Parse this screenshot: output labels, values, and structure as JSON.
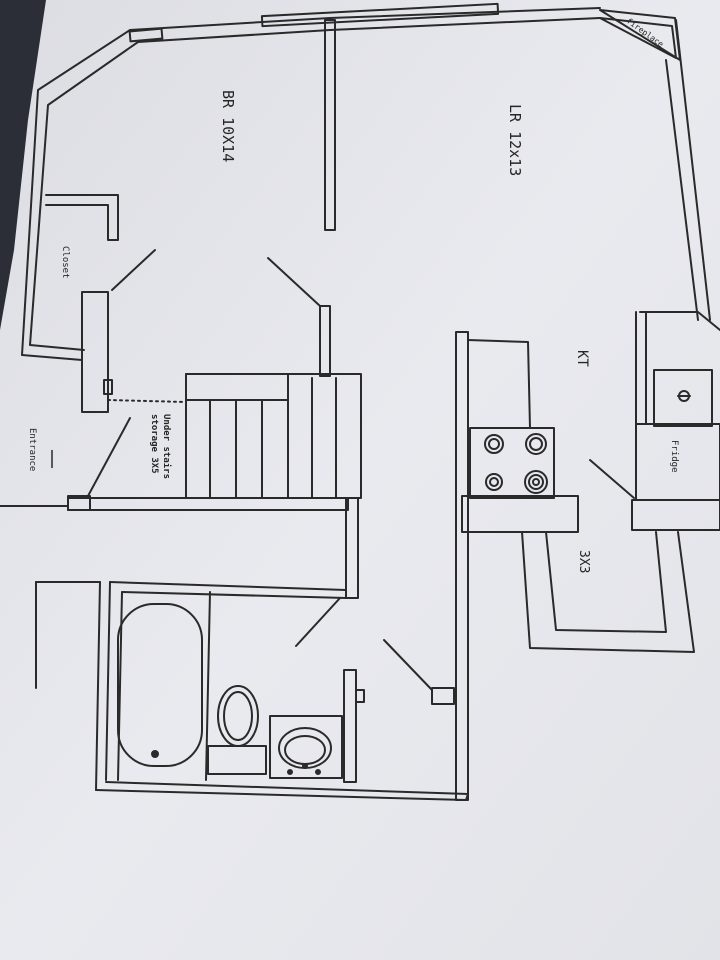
{
  "plan": {
    "rooms": {
      "bedroom": "BR 10X14",
      "living_room": "LR 12x13",
      "kitchen": "KT",
      "closet": "Closet",
      "fridge": "Fridge",
      "fireplace": "fireplace",
      "under_stairs_line1": "Under stairs",
      "under_stairs_line2": "storage 3X5",
      "entrance": "Entrance",
      "nook": "3X3"
    }
  },
  "colors": {
    "background": "#2b2e36",
    "paper": "#e8e8ec",
    "line": "#2a2a2a"
  }
}
